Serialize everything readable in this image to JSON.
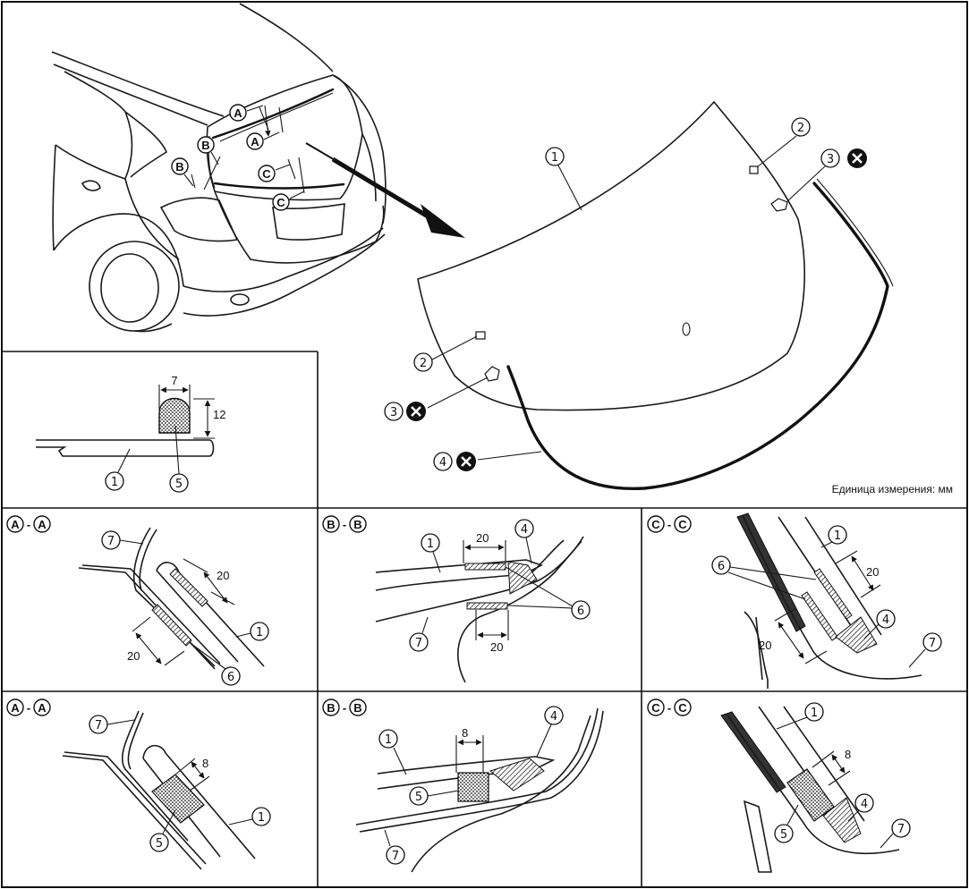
{
  "unit_note": "Единица измерения: мм",
  "callouts": {
    "glass": "1",
    "clip": "2",
    "fastener": "3",
    "molding": "4",
    "urethane": "5",
    "spacer": "6",
    "body": "7"
  },
  "section_letters": {
    "a": "A",
    "b": "B",
    "c": "C"
  },
  "section_titles": {
    "aa": {
      "left": "A",
      "sep": "-",
      "right": "A"
    },
    "bb": {
      "left": "B",
      "sep": "-",
      "right": "B"
    },
    "cc": {
      "left": "C",
      "sep": "-",
      "right": "C"
    }
  },
  "dims": {
    "bead_width": "7",
    "bead_height": "12",
    "spacer_20": "20",
    "adhesive_8": "8"
  },
  "icons": {
    "no_reuse": "x-circle-icon"
  }
}
